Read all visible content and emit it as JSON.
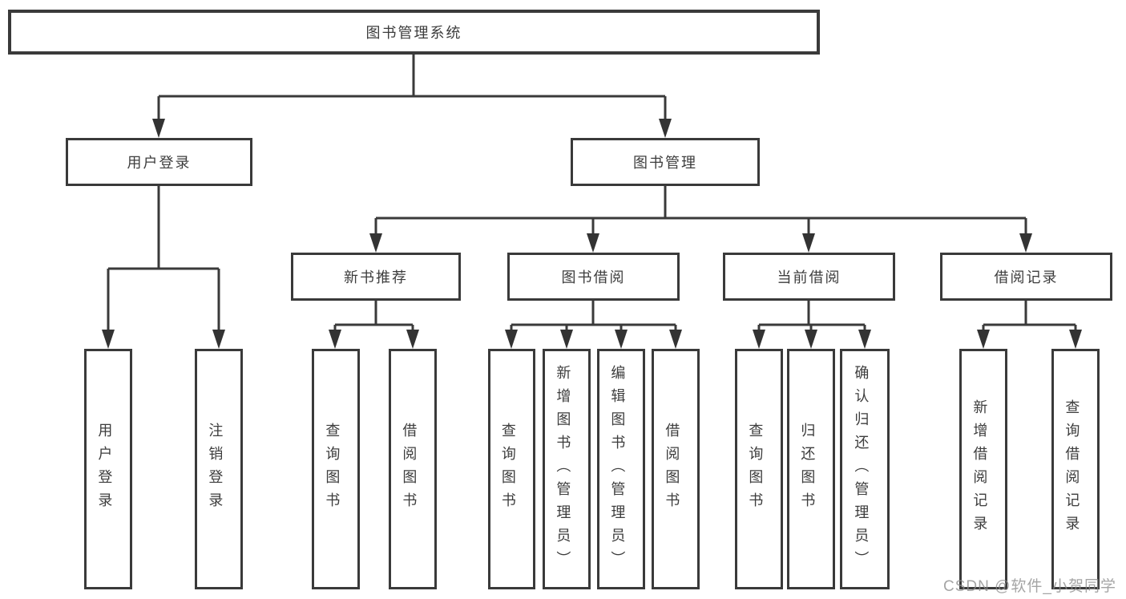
{
  "diagram": {
    "root": {
      "label": "图书管理系统"
    },
    "branches": [
      {
        "label": "用户登录",
        "children": [
          {
            "label": "用户登录"
          },
          {
            "label": "注销登录"
          }
        ]
      },
      {
        "label": "图书管理",
        "children": [
          {
            "label": "新书推荐",
            "children": [
              {
                "label": "查询图书"
              },
              {
                "label": "借阅图书"
              }
            ]
          },
          {
            "label": "图书借阅",
            "children": [
              {
                "label": "查询图书"
              },
              {
                "label": "新增图书（管理员）"
              },
              {
                "label": "编辑图书（管理员）"
              },
              {
                "label": "借阅图书"
              }
            ]
          },
          {
            "label": "当前借阅",
            "children": [
              {
                "label": "查询图书"
              },
              {
                "label": "归还图书"
              },
              {
                "label": "确认归还（管理员）"
              }
            ]
          },
          {
            "label": "借阅记录",
            "children": [
              {
                "label": "新增借阅记录"
              },
              {
                "label": "查询借阅记录"
              }
            ]
          }
        ]
      }
    ]
  },
  "watermark": {
    "text": "CSDN @软件_小贺同学"
  },
  "colors": {
    "line": "#3a3a3a",
    "box_border": "#3a3a3a",
    "text": "#3d3d3d",
    "background": "#ffffff",
    "watermark": "#8c8c8c"
  }
}
